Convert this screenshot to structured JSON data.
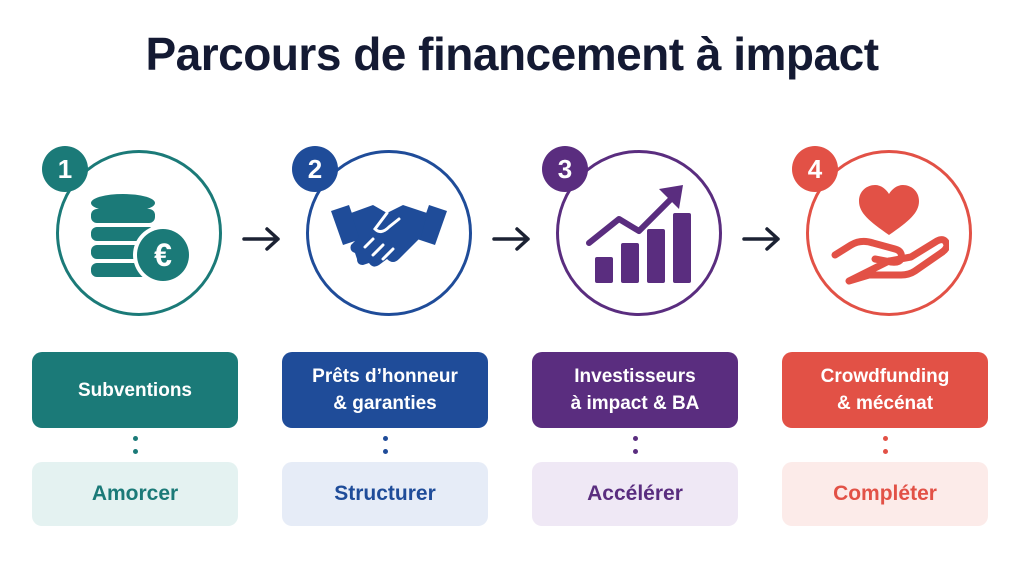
{
  "title": "Parcours de financement à impact",
  "steps": [
    {
      "number": "1",
      "icon": "coins-euro-icon",
      "label": "Subventions",
      "tag": "Amorcer",
      "color": "#1b7a78",
      "soft_color": "#e4f2f1"
    },
    {
      "number": "2",
      "icon": "handshake-icon",
      "label": "Prêts d’honneur\n& garanties",
      "tag": "Structurer",
      "color": "#1f4c99",
      "soft_color": "#e6ecf7"
    },
    {
      "number": "3",
      "icon": "growth-chart-icon",
      "label": "Investisseurs\nà impact & BA",
      "tag": "Accélérer",
      "color": "#5a2d7f",
      "soft_color": "#efe8f5"
    },
    {
      "number": "4",
      "icon": "heart-hand-icon",
      "label": "Crowdfunding\n& mécénat",
      "tag": "Compléter",
      "color": "#e25146",
      "soft_color": "#fcebe9"
    }
  ],
  "arrow_color": "#1c2233"
}
